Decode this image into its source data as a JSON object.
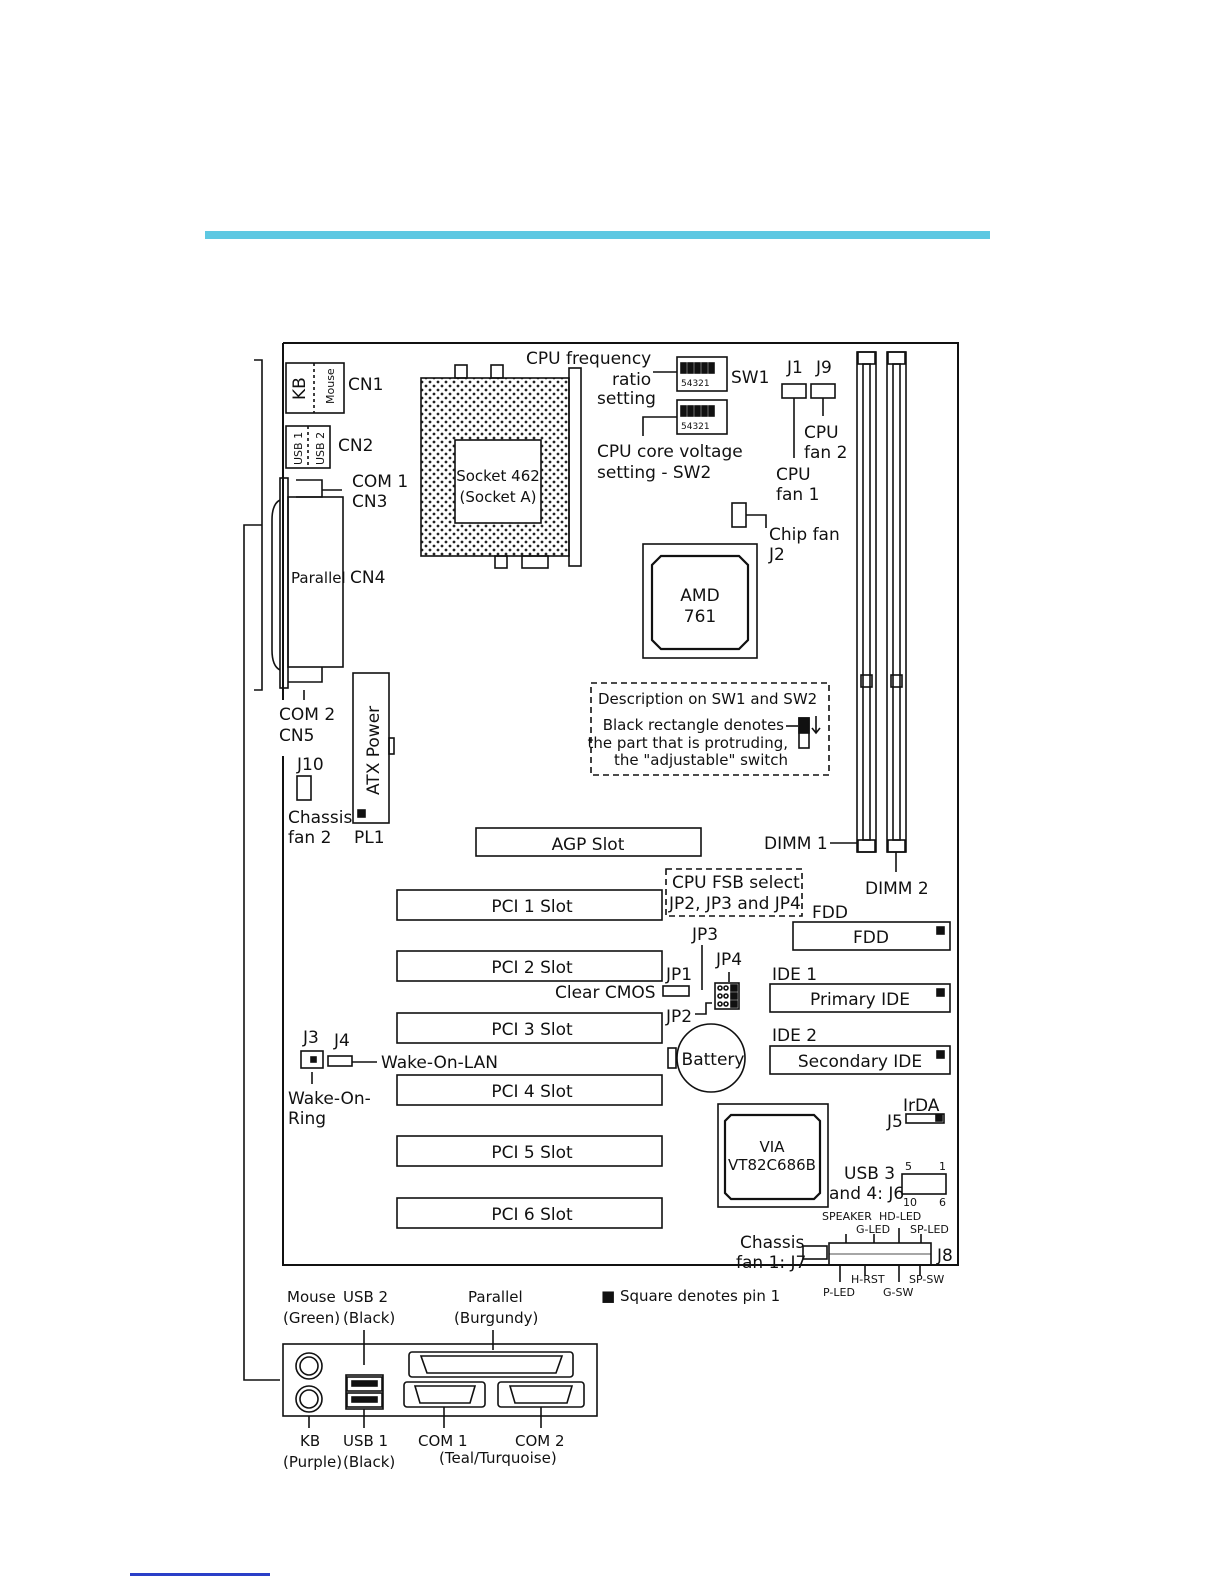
{
  "accent_color": "#5ec8e2",
  "link_color": "#2a3fc8",
  "labels": {
    "cpu_freq": [
      "CPU frequency",
      "ratio",
      "setting"
    ],
    "sw1": "SW1",
    "j1": "J1",
    "j9": "J9",
    "cpu_fan2": [
      "CPU",
      "fan 2"
    ],
    "cpu_fan1": [
      "CPU",
      "fan 1"
    ],
    "cpu_core": [
      "CPU core voltage",
      "setting - SW2"
    ],
    "chip_fan": [
      "Chip fan",
      "J2"
    ],
    "kb": "KB",
    "mouse": "Mouse",
    "cn1": "CN1",
    "usb1": "USB 1",
    "usb2": "USB 2",
    "cn2": "CN2",
    "com1_cn3": [
      "COM 1",
      "CN3"
    ],
    "parallel": "Parallel",
    "cn4": "CN4",
    "com2_cn5": [
      "COM 2",
      "CN5"
    ],
    "socket": [
      "Socket 462",
      "(Socket A)"
    ],
    "amd": [
      "AMD",
      "761"
    ],
    "description": [
      "Description on SW1 and SW2",
      "Black rectangle denotes",
      "the part that is protruding,",
      "the \"adjustable\" switch"
    ],
    "atx_power": "ATX Power",
    "pl1": "PL1",
    "j10": "J10",
    "chassis_fan2": [
      "Chassis",
      "fan 2"
    ],
    "agp": "AGP Slot",
    "dimm1": "DIMM 1",
    "dimm2": "DIMM 2",
    "cpu_fsb": [
      "CPU FSB select",
      "JP2, JP3 and JP4"
    ],
    "pci": [
      "PCI 1 Slot",
      "PCI 2 Slot",
      "PCI 3 Slot",
      "PCI 4 Slot",
      "PCI 5 Slot",
      "PCI 6 Slot"
    ],
    "fdd_label": "FDD",
    "fdd": "FDD",
    "jp3": "JP3",
    "jp4": "JP4",
    "jp1": "JP1",
    "clear_cmos": "Clear CMOS",
    "jp2": "JP2",
    "ide1_label": "IDE 1",
    "primary_ide": "Primary IDE",
    "ide2_label": "IDE 2",
    "secondary_ide": "Secondary IDE",
    "j3": "J3",
    "j4": "J4",
    "wake_on_lan": "Wake-On-LAN",
    "wake_on_ring": [
      "Wake-On-",
      "Ring"
    ],
    "battery": "Battery",
    "irda": "IrDA",
    "j5": "J5",
    "via": [
      "VIA",
      "VT82C686B"
    ],
    "usb34": [
      "USB 3",
      "and 4: J6"
    ],
    "usb34_pins": [
      "5",
      "1",
      "10",
      "6"
    ],
    "panel_top": [
      "SPEAKER",
      "HD-LED",
      "G-LED",
      "SP-LED"
    ],
    "panel_bottom": [
      "H-RST",
      "SP-SW",
      "P-LED",
      "G-SW"
    ],
    "chassis_fan1": [
      "Chassis",
      "fan 1: J7"
    ],
    "j8": "J8",
    "square_note": "■ Square denotes pin 1",
    "io_mouse": [
      "Mouse",
      "(Green)"
    ],
    "io_usb2": [
      "USB 2",
      "(Black)"
    ],
    "io_parallel": [
      "Parallel",
      "(Burgundy)"
    ],
    "io_kb": [
      "KB",
      "(Purple)"
    ],
    "io_usb1": [
      "USB 1",
      "(Black)"
    ],
    "io_com1": "COM 1",
    "io_com2": "COM 2",
    "io_com_color": "(Teal/Turquoise)"
  }
}
